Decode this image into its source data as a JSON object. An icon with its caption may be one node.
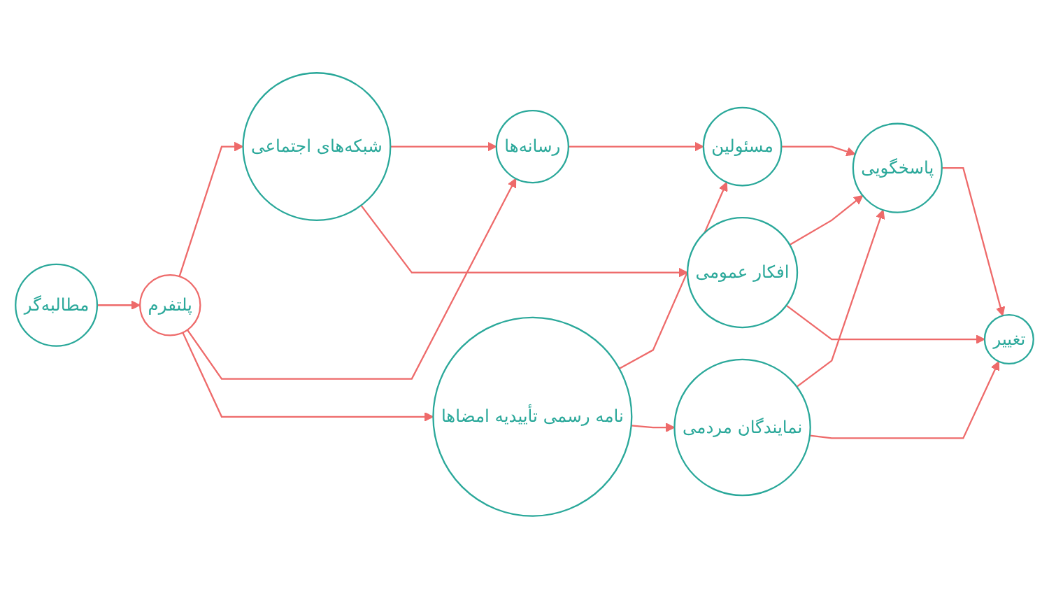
{
  "diagram": {
    "nodes": [
      {
        "text": [
          "مطالبه‌گر"
        ]
      },
      {
        "text": [
          "پلتفرم"
        ]
      },
      {
        "text": [
          "شبکه‌های اجتماعی"
        ]
      },
      {
        "text": [
          "رسانه‌ها"
        ]
      },
      {
        "text": [
          "نامه رسمی تأییدیه امضاها"
        ]
      },
      {
        "text": [
          "مسئولین"
        ]
      },
      {
        "text": [
          "افکار عمومی"
        ]
      },
      {
        "text": [
          "پاسخگویی"
        ]
      },
      {
        "text": [
          "نمایندگان مردمی"
        ]
      },
      {
        "text": [
          "تغییر"
        ]
      }
    ],
    "edges": [
      {
        "from": 0,
        "to": 1,
        "arrow": "to"
      },
      {
        "from": 1,
        "to": 2,
        "arrow": "to"
      },
      {
        "from": 1,
        "to": 3,
        "arrow": "to"
      },
      {
        "from": 1,
        "to": 4,
        "arrow": "to"
      },
      {
        "from": 2,
        "to": 3,
        "arrow": "to"
      },
      {
        "from": 2,
        "to": 6,
        "arrow": "to"
      },
      {
        "from": 3,
        "to": 5,
        "arrow": "to"
      },
      {
        "from": 4,
        "to": 5,
        "arrow": "to"
      },
      {
        "from": 4,
        "to": 8,
        "arrow": "to"
      },
      {
        "from": 5,
        "to": 7,
        "arrow": "to"
      },
      {
        "from": 6,
        "to": 7,
        "arrow": "to"
      },
      {
        "from": 6,
        "to": 9,
        "arrow": "to"
      },
      {
        "from": 8,
        "to": 7,
        "arrow": "to"
      },
      {
        "from": 8,
        "to": 9,
        "arrow": "to"
      },
      {
        "from": 7,
        "to": 9,
        "arrow": "to"
      }
    ]
  }
}
